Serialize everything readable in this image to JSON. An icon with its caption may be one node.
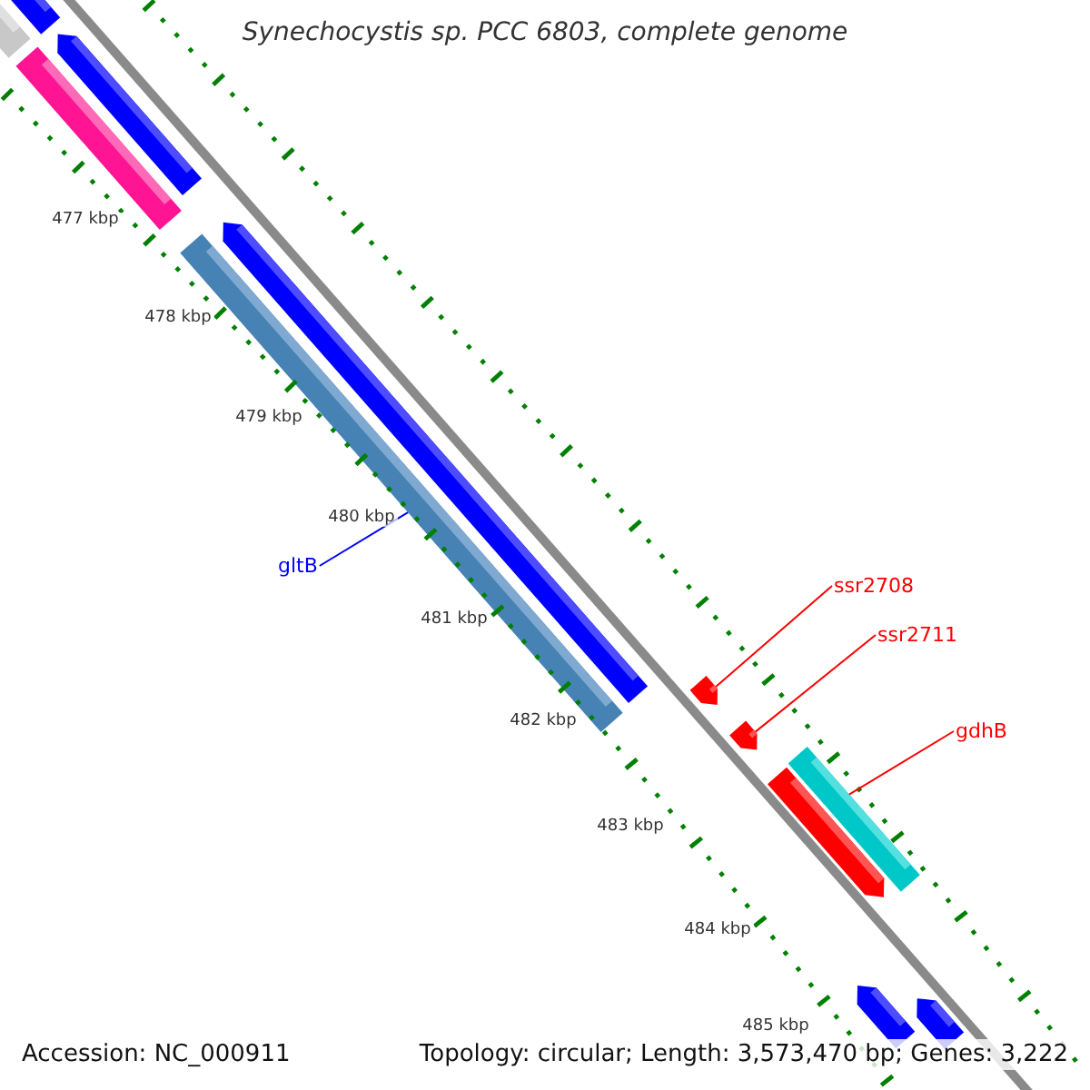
{
  "diagram": {
    "title": "Synechocystis sp. PCC 6803, complete genome",
    "nodes": [
      {
        "text": [],
        "shape": "bar"
      },
      {
        "text": [],
        "shape": "bar"
      },
      {
        "text": [],
        "shape": "bar"
      },
      {
        "text": [],
        "shape": "bar"
      },
      {
        "text": [],
        "shape": "bar"
      },
      {
        "text": [],
        "shape": "bar"
      },
      {
        "text": [
          "gltB"
        ]
      },
      {
        "text": [
          "ssr2708"
        ]
      },
      {
        "text": [
          "ssr2711"
        ]
      },
      {
        "text": [],
        "shape": "bar"
      },
      {
        "text": [],
        "shape": "bar"
      },
      {
        "text": [
          "gdhB"
        ]
      },
      {
        "text": [],
        "shape": "bar"
      },
      {
        "text": [],
        "shape": "bar"
      },
      {
        "text": [],
        "shape": "bar"
      },
      {
        "text": [],
        "shape": "bar"
      }
    ],
    "edges": [
      {
        "from": 6,
        "to": 5,
        "arrow": "none",
        "color": "#0000ff"
      },
      {
        "from": 7,
        "to": 9,
        "arrow": "none"
      },
      {
        "from": 8,
        "to": 10,
        "arrow": "none"
      },
      {
        "from": 11,
        "to": 12,
        "arrow": "none"
      }
    ],
    "labels": [
      "477 kbp",
      "478 kbp",
      "479 kbp",
      "480 kbp",
      "481 kbp",
      "482 kbp",
      "483 kbp",
      "484 kbp",
      "485 kbp",
      "Accession: NC_000911",
      "Topology: circular; Length: 3,573,470 bp; Genes: 3,222"
    ]
  }
}
